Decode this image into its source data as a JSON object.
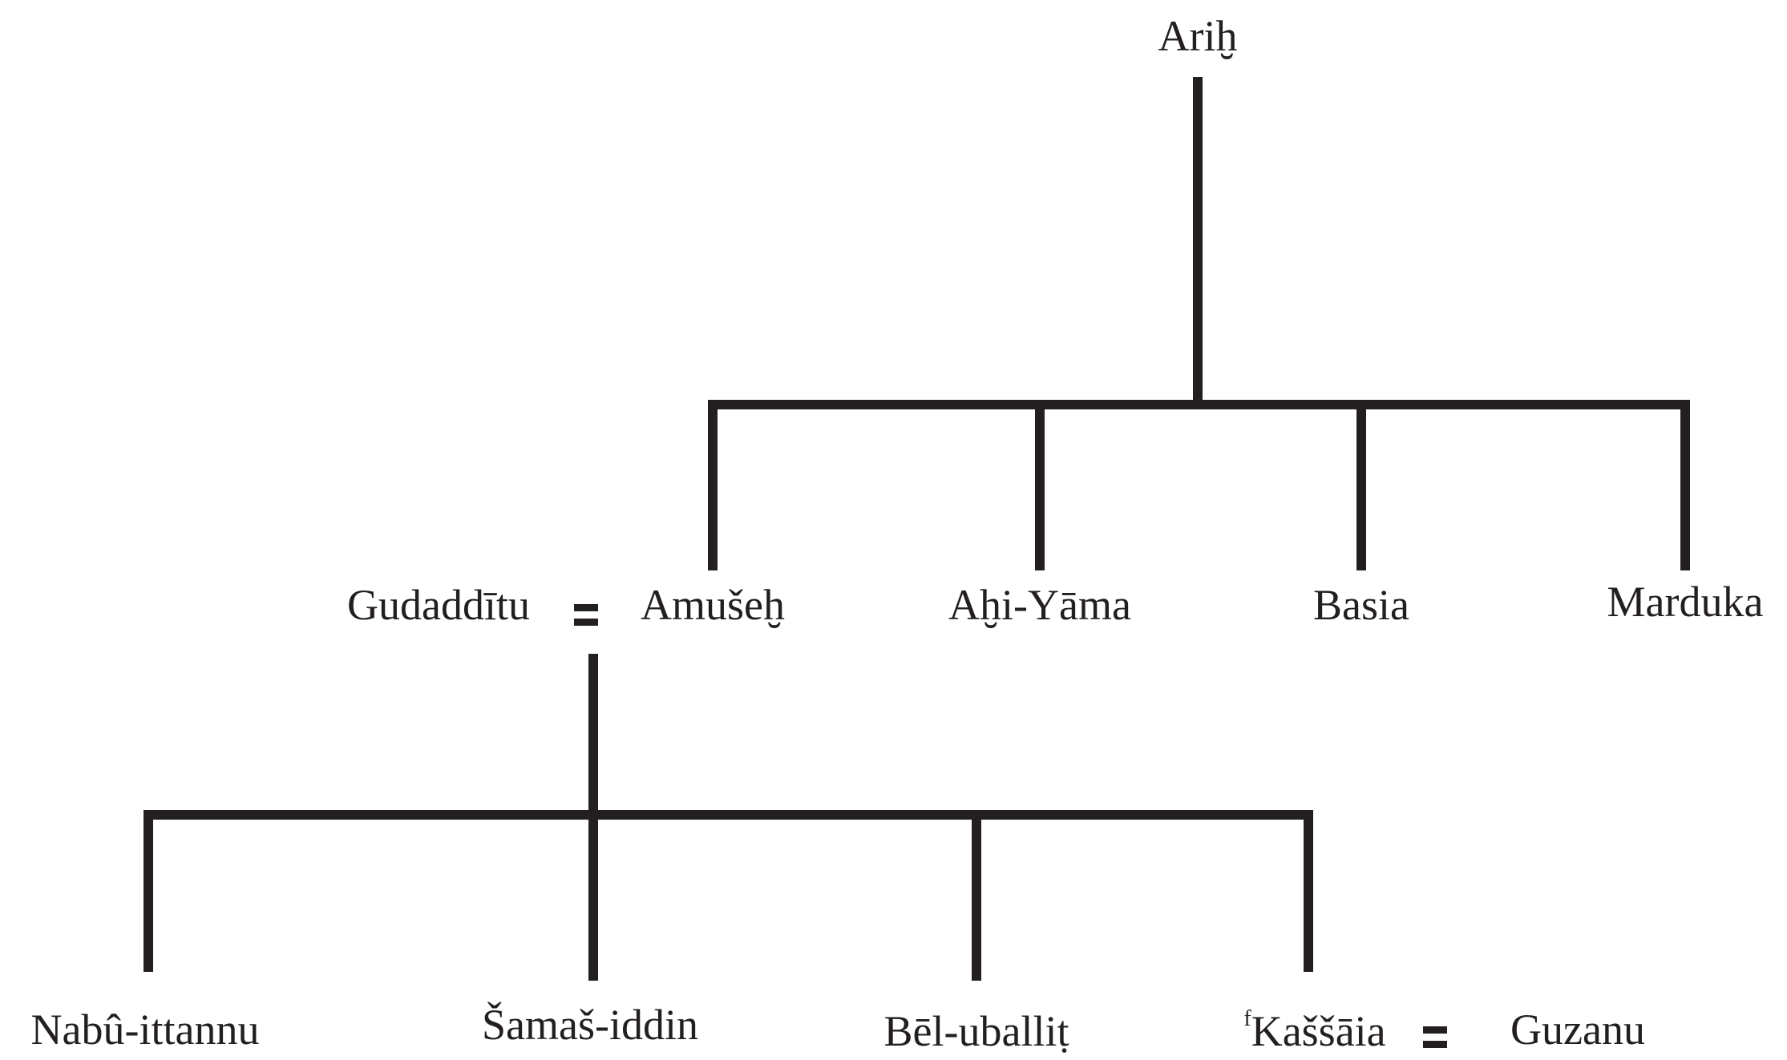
{
  "family_tree": {
    "root": {
      "name": "Ariḫ"
    },
    "generation_2": {
      "spouse": {
        "name": "Gudaddītu"
      },
      "marriage_symbol": "=",
      "children": [
        {
          "name": "Amušeḫ"
        },
        {
          "name": "Aḫi-Yāma"
        },
        {
          "name": "Basia"
        },
        {
          "name": "Marduka"
        }
      ]
    },
    "generation_3": {
      "children": [
        {
          "name": "Nabû-ittannu"
        },
        {
          "name": "Šamaš-iddin"
        },
        {
          "name": "Bēl-uballiṭ"
        },
        {
          "prefix": "f",
          "name": "Kaššāia"
        }
      ],
      "spouse_of_kassaia": {
        "name": "Guzanu"
      },
      "marriage_symbol": "="
    }
  }
}
